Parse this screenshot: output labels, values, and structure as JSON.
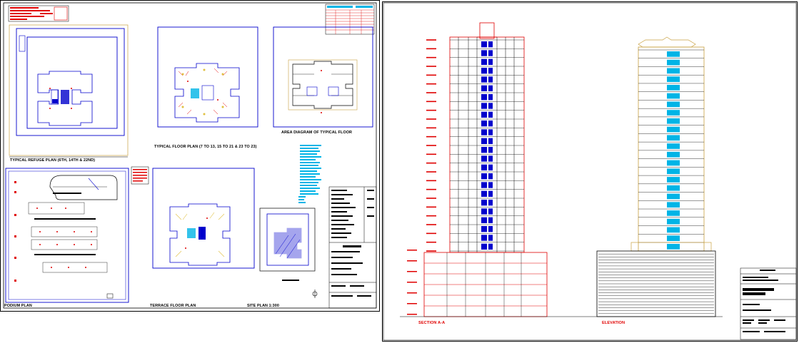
{
  "sheets": {
    "left": {
      "labels": {
        "refuge_plan": "TYPICAL REFUGE PLAN (6TH, 14TH & 22ND)",
        "typical_floor_plan": "TYPICAL FLOOR PLAN (7 TO 13, 15 TO 21 & 23 TO 23)",
        "area_diagram": "AREA DIAGRAM OF TYPICAL FLOOR",
        "podium_plan": "PODIUM PLAN",
        "terrace_plan": "TERRACE FLOOR PLAN",
        "site_plan": "SITE PLAN 1:300"
      }
    },
    "right": {
      "labels": {
        "section": "SECTION A-A",
        "elevation": "ELEVATION"
      }
    }
  },
  "colors": {
    "linework_blue": "#0000cc",
    "accent_red": "#e00000",
    "cyan": "#00b4e6",
    "yellow": "#d8c060",
    "frame": "#000000"
  },
  "building": {
    "tower_floor_count": 24,
    "podium_floor_count": 6
  }
}
